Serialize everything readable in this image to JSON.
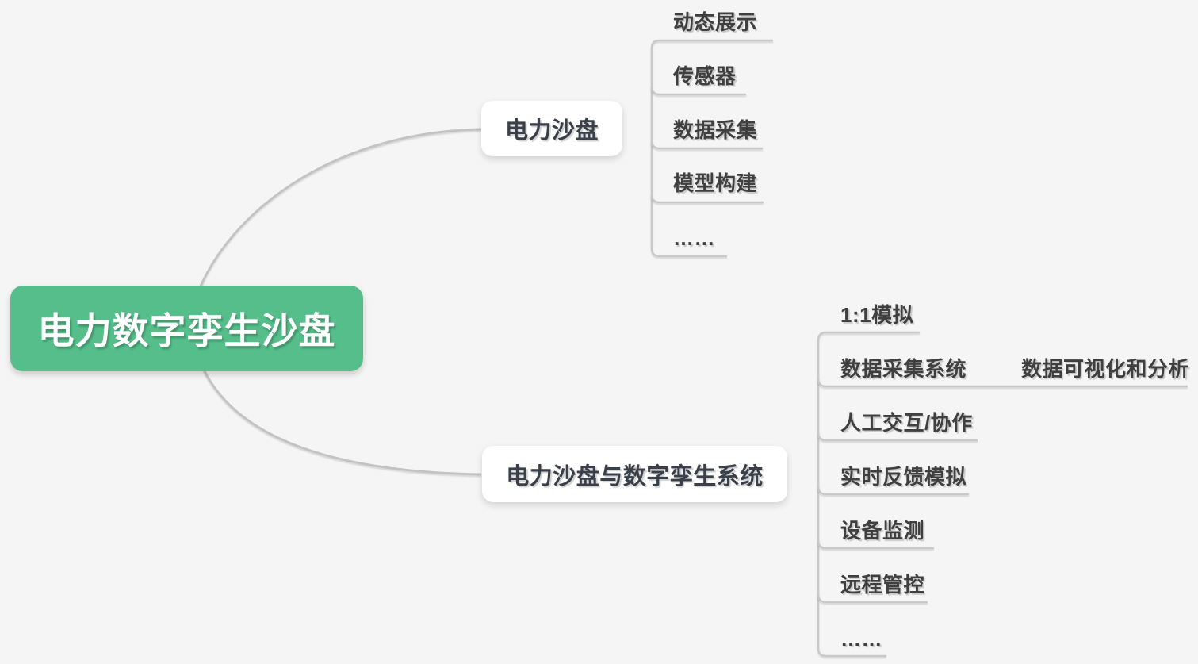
{
  "colors": {
    "background": "#f5f5f5",
    "root_bg": "#55be8a",
    "root_text": "#ffffff",
    "node_bg": "#ffffff",
    "node_text": "#3a4049",
    "subtopic_text": "#3f3f3f",
    "connector": "#c9c9c9"
  },
  "mindmap": {
    "root": {
      "label": "电力数字孪生沙盘"
    },
    "branches": [
      {
        "label": "电力沙盘",
        "children": [
          {
            "label": "动态展示"
          },
          {
            "label": "传感器"
          },
          {
            "label": "数据采集"
          },
          {
            "label": "模型构建"
          },
          {
            "label": "……"
          }
        ]
      },
      {
        "label": "电力沙盘与数字孪生系统",
        "children": [
          {
            "label": "1:1模拟"
          },
          {
            "label": "数据采集系统",
            "children": [
              {
                "label": "数据可视化和分析"
              }
            ]
          },
          {
            "label": "人工交互/协作"
          },
          {
            "label": "实时反馈模拟"
          },
          {
            "label": "设备监测"
          },
          {
            "label": "远程管控"
          },
          {
            "label": "……"
          }
        ]
      }
    ]
  }
}
